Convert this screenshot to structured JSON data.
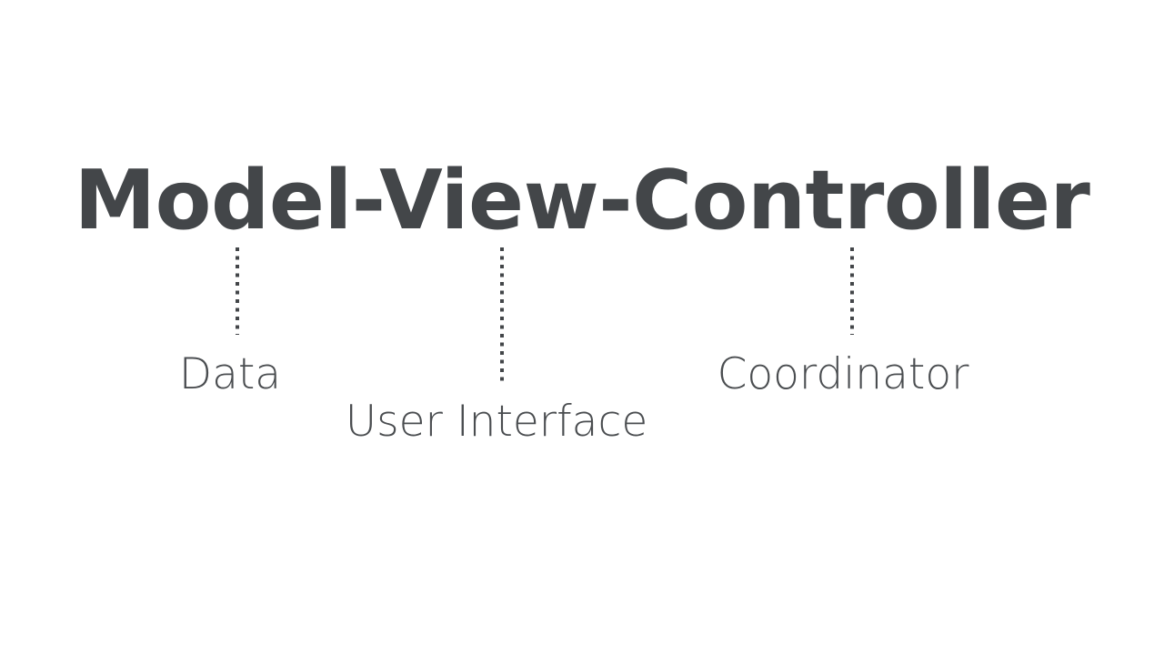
{
  "slide": {
    "background_color": "#ffffff",
    "title": {
      "text": "Model-View-Controller",
      "color": "#434649"
    },
    "annotations": [
      {
        "term": "Model",
        "label": "Data",
        "color": "#4a4d50",
        "connector": "dotted-vertical-line"
      },
      {
        "term": "View",
        "label": "User Interface",
        "color": "#4a4d50",
        "connector": "dotted-vertical-line"
      },
      {
        "term": "Controller",
        "label": "Coordinator",
        "color": "#4a4d50",
        "connector": "dotted-vertical-line"
      }
    ]
  }
}
